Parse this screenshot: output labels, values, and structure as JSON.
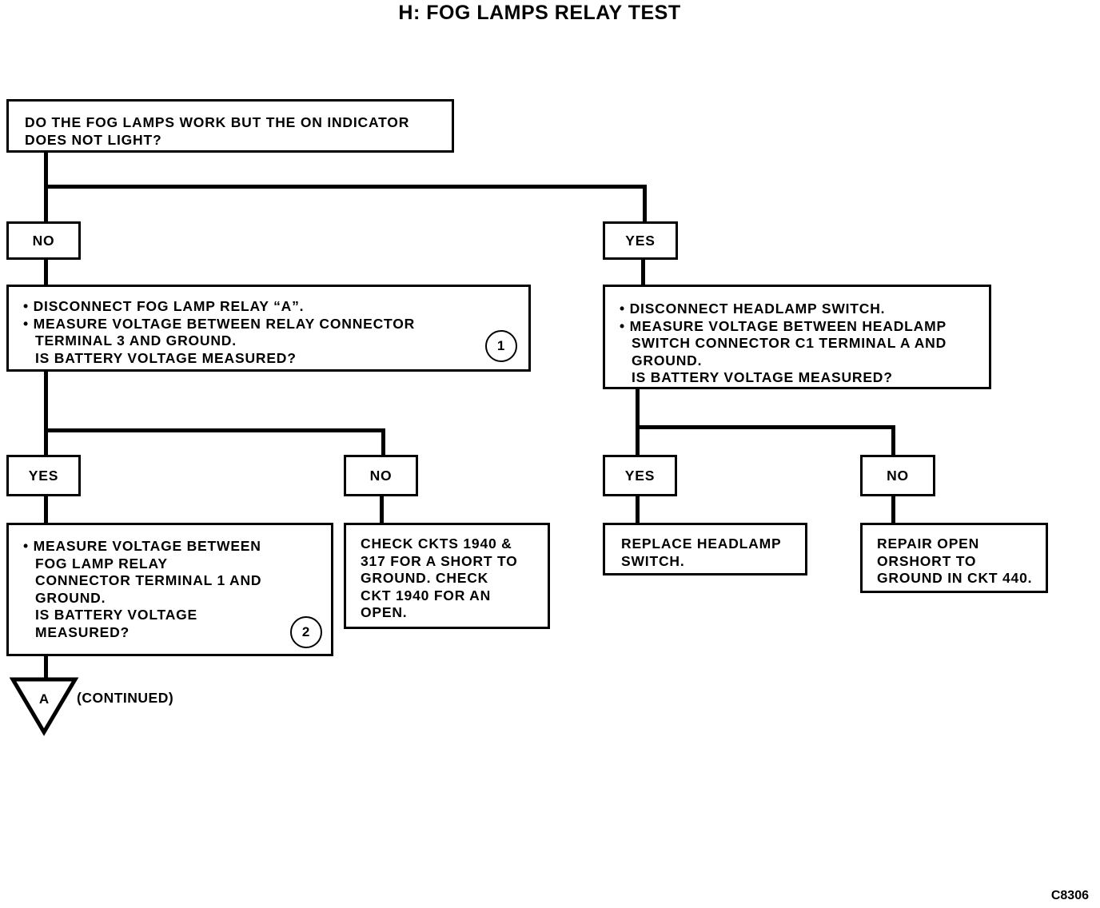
{
  "title": "H: FOG LAMPS RELAY TEST",
  "start": {
    "lines": [
      "DO THE FOG LAMPS WORK BUT THE ON INDICATOR",
      "DOES NOT LIGHT?"
    ]
  },
  "left_branch": {
    "label": "NO",
    "step": {
      "lines": [
        "• DISCONNECT FOG LAMP RELAY “A”.",
        "• MEASURE VOLTAGE BETWEEN RELAY CONNECTOR",
        "TERMINAL 3 AND GROUND.",
        "IS BATTERY VOLTAGE MEASURED?"
      ],
      "note_number": "1"
    },
    "yes": {
      "label": "YES",
      "step": {
        "lines": [
          "• MEASURE VOLTAGE BETWEEN",
          "FOG LAMP RELAY",
          "CONNECTOR TERMINAL 1 AND",
          "GROUND.",
          "IS BATTERY VOLTAGE",
          "MEASURED?"
        ],
        "note_number": "2"
      },
      "connector": {
        "letter": "A",
        "text": "(CONTINUED)"
      }
    },
    "no": {
      "label": "NO",
      "step": {
        "lines": [
          "CHECK CKTS 1940 &",
          "317 FOR A SHORT TO",
          "GROUND. CHECK",
          "CKT 1940 FOR AN",
          "OPEN."
        ]
      }
    }
  },
  "right_branch": {
    "label": "YES",
    "step": {
      "lines": [
        "• DISCONNECT HEADLAMP SWITCH.",
        "• MEASURE VOLTAGE BETWEEN HEADLAMP",
        "SWITCH CONNECTOR C1 TERMINAL A AND",
        "GROUND.",
        "IS BATTERY VOLTAGE MEASURED?"
      ]
    },
    "yes": {
      "label": "YES",
      "step": {
        "lines": [
          "REPLACE HEADLAMP",
          "SWITCH."
        ]
      }
    },
    "no": {
      "label": "NO",
      "step": {
        "lines": [
          "REPAIR OPEN",
          "ORSHORT TO",
          "GROUND IN CKT 440."
        ]
      }
    }
  },
  "figure_code": "C8306"
}
